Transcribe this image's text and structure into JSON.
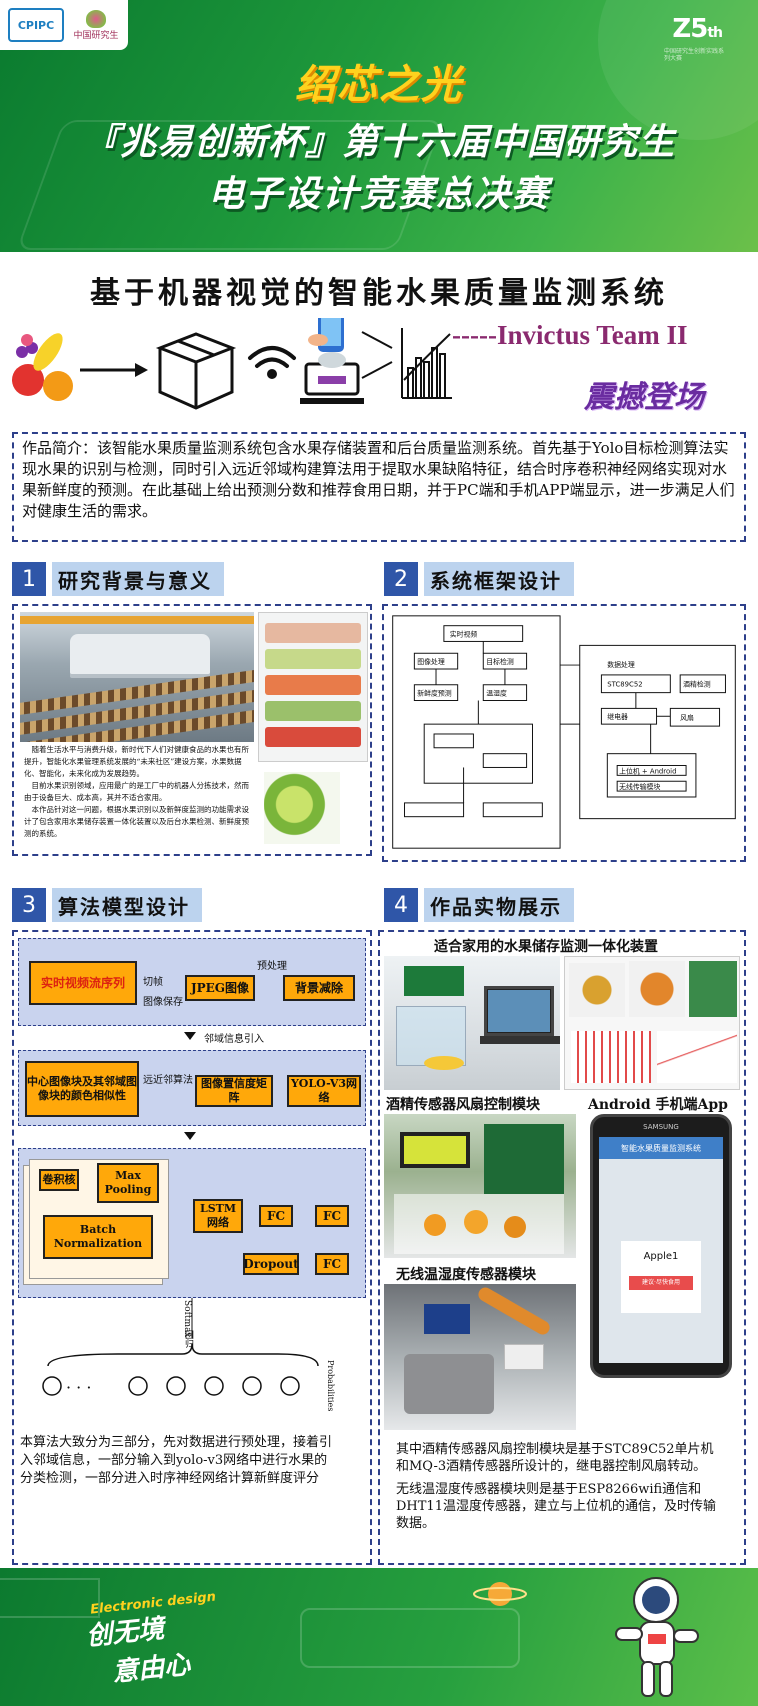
{
  "header": {
    "logo1_text": "CPIPC",
    "logo2_text": "中国研究生",
    "z25": "Z5",
    "z25_suffix": "th",
    "z25_sub": "中国研究生创新实践系列大赛",
    "slogan": "绍芯之光",
    "title_line1": "『兆易创新杯』第十六届中国研究生",
    "title_line2": "电子设计竞赛总决赛"
  },
  "project": {
    "title": "基于机器视觉的智能水果质量监测系统",
    "team": "-----Invictus Team II",
    "tag": "震撼登场"
  },
  "intro": {
    "text": "作品简介：该智能水果质量监测系统包含水果存储装置和后台质量监测系统。首先基于Yolo目标检测算法实现水果的识别与检测，同时引入远近邻域构建算法用于提取水果缺陷特征，结合时序卷积神经网络实现对水果新鲜度的预测。在此基础上给出预测分数和推荐食用日期，并于PC端和手机APP端显示，进一步满足人们对健康生活的需求。"
  },
  "sections": {
    "s1": {
      "num": "1",
      "label": "研究背景与意义"
    },
    "s2": {
      "num": "2",
      "label": "系统框架设计"
    },
    "s3": {
      "num": "3",
      "label": "算法模型设计"
    },
    "s4": {
      "num": "4",
      "label": "作品实物展示"
    }
  },
  "s1": {
    "p1": "　随着生活水平与消费升级，新时代下人们对健康食品的水果也有所提升，智能化水果管理系统发展的“未来社区”建设方案，水果数据化、智能化，未来化成为发展趋势。",
    "p2": "　目前水果识别领域，应用最广的是工厂中的机器人分拣技术，然而由于设备巨大、成本高，其并不适合家用。",
    "p3": "　本作品针对这一问题，根据水果识别以及新鲜度监测的功能需求设计了包含家用水果储存装置一体化装置以及后台水果检测、新鲜度预测的系统。"
  },
  "s2": {
    "b1": "实时视频",
    "b2": "图像处理",
    "b3": "目标检测",
    "b4": "新鲜度预测",
    "b5": "STC89C52",
    "b6": "酒精检测",
    "b7": "继电器",
    "b8": "风扇",
    "b9": "温湿度",
    "b10": "上位机 + Android",
    "b11": "无线传输模块",
    "top": "数据处理"
  },
  "s3": {
    "row1_box1": "实时视频流序列",
    "row1_ann1": "切帧",
    "row1_ann2": "图像保存",
    "row1_ann3": "预处理",
    "row1_box2": "JPEG图像",
    "row1_box3": "背景减除",
    "link1": "邻域信息引入",
    "row2_box1": "中心图像块及其邻域图像块的颜色相似性",
    "row2_ann": "远近邻算法",
    "row2_box2": "图像置信度矩阵",
    "row2_box3": "YOLO-V3网络",
    "row3_conv": "卷积核",
    "row3_pool": "Max Pooling",
    "row3_bn": "Batch Normalization",
    "row3_lstm": "LSTM网络",
    "row3_fc1": "FC",
    "row3_fc2": "FC",
    "row3_fc3": "FC",
    "row3_drop": "Dropout",
    "softmax": "Softmax",
    "huigui": "回归",
    "prob": "Probabilities",
    "ellipsis": "· · ·",
    "text": "本算法大致分为三部分，先对数据进行预处理，接着引入邻域信息，一部分输入到yolo-v3网络中进行水果的分类检测，一部分进入时序神经网络计算新鲜度评分"
  },
  "s4": {
    "cap1": "适合家用的水果储存监测一体化装置",
    "cap2": "酒精传感器风扇控制模块",
    "cap3": "Android  手机端App",
    "cap4": "无线温湿度传感器模块",
    "phone_brand": "SAMSUNG",
    "phone_title": "智能水果质量监测系统",
    "phone_item": "Apple1",
    "phone_btn": "建议·尽快食用",
    "p1": "其中酒精传感器风扇控制模块是基于STC89C52单片机和MQ-3酒精传感器所设计的，继电器控制风扇转动。",
    "p2": "无线温湿度传感器模块则是基于ESP8266wifi通信和DHT11温湿度传感器，建立与上位机的通信，及时传输数据。"
  },
  "footer": {
    "tag": "Electronic design",
    "line1": "创无境",
    "line2": "意由心"
  }
}
